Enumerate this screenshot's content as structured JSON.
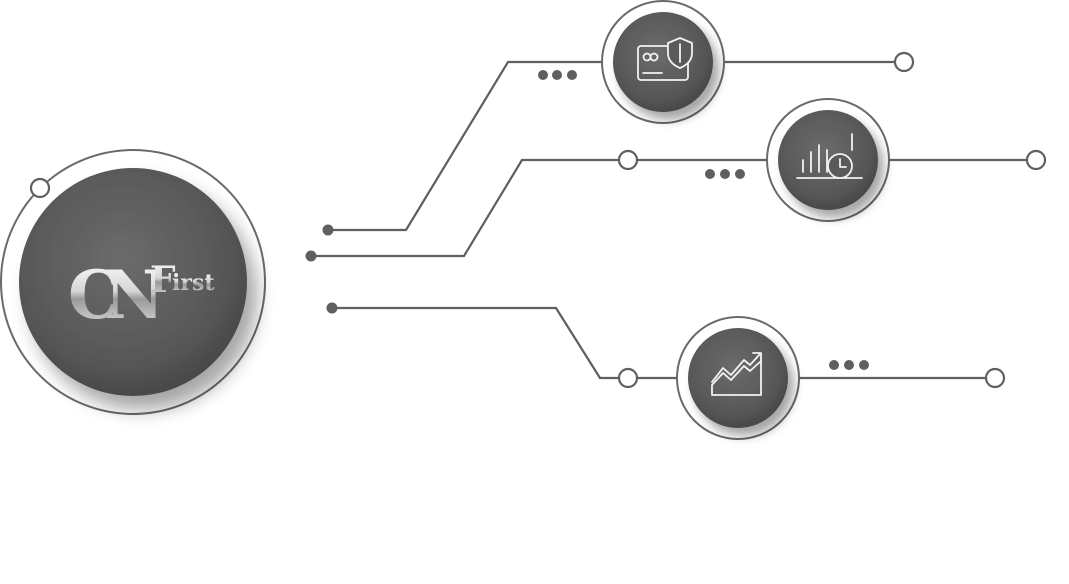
{
  "logo": {
    "monogram_left": "C",
    "monogram_right": "N",
    "monogram_top": "F",
    "wordmark": "irst"
  },
  "icons": [
    {
      "name": "card-shield-icon"
    },
    {
      "name": "chart-clock-icon"
    },
    {
      "name": "trend-up-icon"
    }
  ],
  "colors": {
    "node_fill": "#5a5a5a",
    "line": "#5f5f5f",
    "background": "#ffffff"
  }
}
